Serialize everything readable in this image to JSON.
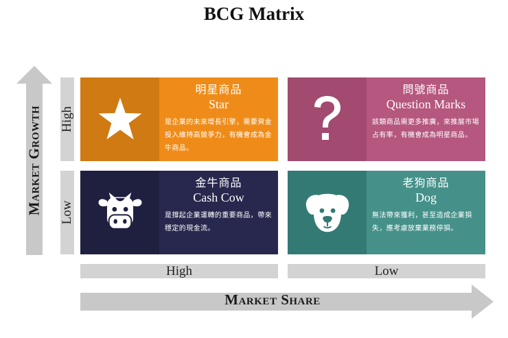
{
  "title": "BCG Matrix",
  "axes": {
    "y_label": "Market Growth",
    "x_label": "Market Share",
    "y_ticks": {
      "high": "High",
      "low": "Low"
    },
    "x_ticks": {
      "high": "High",
      "low": "Low"
    }
  },
  "quadrants": {
    "star": {
      "title_zh": "明星商品",
      "title_en": "Star",
      "desc": "是企業的未來增長引擎，需要資金投入維持高競爭力，有機會成為金牛商品。",
      "icon": "star-icon",
      "icon_color": "#cf7a12",
      "body_color": "#ef8c19"
    },
    "question": {
      "title_zh": "問號商品",
      "title_en": "Question Marks",
      "desc": "該類商品需更多推廣，來推展市場占有率，有機會成為明星商品。",
      "icon": "question-mark-icon",
      "icon_color": "#a24a6f",
      "body_color": "#b5577f"
    },
    "cow": {
      "title_zh": "金牛商品",
      "title_en": "Cash Cow",
      "desc": "是撐起企業運轉的重要商品，帶來穩定的現金流。",
      "icon": "cow-icon",
      "icon_color": "#1f1f3f",
      "body_color": "#28284e"
    },
    "dog": {
      "title_zh": "老狗商品",
      "title_en": "Dog",
      "desc": "無法帶來獲利，甚至造成企業損失，應考慮放棄業務停損。",
      "icon": "dog-icon",
      "icon_color": "#347a74",
      "body_color": "#45918a"
    }
  }
}
